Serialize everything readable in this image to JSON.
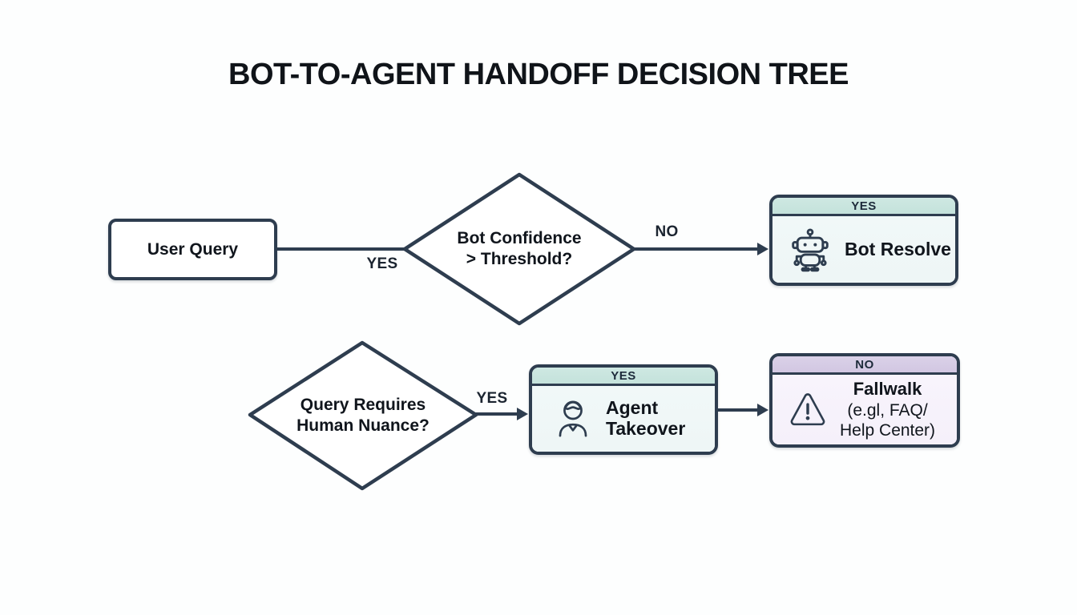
{
  "title": "BOT-TO-AGENT HANDOFF DECISION TREE",
  "colors": {
    "background": "#fdfefe",
    "border_color": "#2e3d4f",
    "text_color": "#13191f",
    "teal_header": "#cee8e2",
    "teal_body": "#eef6f6",
    "purple_header": "#dad1e8",
    "purple_body": "#f5f0fa"
  },
  "nodes": {
    "user_query": {
      "label": "User Query"
    },
    "decision_confidence": {
      "line1": "Bot Confidence",
      "line2": "> Threshold?"
    },
    "bot_resolve": {
      "header": "YES",
      "label": "Bot Resolve",
      "icon": "robot-icon"
    },
    "decision_nuance": {
      "line1": "Query Requires",
      "line2": "Human Nuance?"
    },
    "agent_takeover": {
      "header": "YES",
      "line1": "Agent",
      "line2": "Takeover",
      "icon": "person-icon"
    },
    "fallback": {
      "header": "NO",
      "line1": "Fallwalk",
      "line2": "(e.gl, FAQ/",
      "line3": "Help Center)",
      "icon": "warning-icon"
    }
  },
  "edge_labels": {
    "user_to_confidence": "YES",
    "confidence_to_bot": "NO",
    "nuance_to_agent": "YES"
  }
}
